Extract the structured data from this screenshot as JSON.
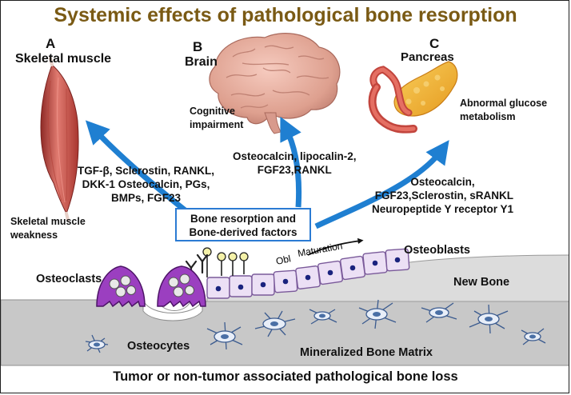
{
  "title": "Systemic effects of pathological bone resorption",
  "panels": {
    "a": {
      "letter": "A",
      "organ": "Skeletal muscle",
      "effect_line1": "Skeletal muscle",
      "effect_line2": "weakness"
    },
    "b": {
      "letter": "B",
      "organ": "Brain",
      "effect_line1": "Cognitive",
      "effect_line2": "impairment"
    },
    "c": {
      "letter": "C",
      "organ": "Pancreas",
      "effect_line1": "Abnormal glucose",
      "effect_line2": "metabolism"
    }
  },
  "factors": {
    "muscle": [
      "TGF-β, Sclerostin, RANKL,",
      "DKK-1 Osteocalcin, PGs,",
      "BMPs, FGF23"
    ],
    "brain": [
      "Osteocalcin, lipocalin-2,",
      "FGF23,RANKL"
    ],
    "pancreas": [
      "Osteocalcin,",
      "FGF23,Sclerostin, sRANKL",
      "Neuropeptide Y receptor Y1"
    ]
  },
  "center_box": {
    "line1": "Bone resorption and",
    "line2": "Bone-derived factors"
  },
  "bone": {
    "osteoclasts": "Osteoclasts",
    "osteoblasts": "Osteoblasts",
    "obl": "Obl",
    "maturation": "Maturation",
    "new_bone": "New Bone",
    "osteocytes": "Osteocytes",
    "matrix": "Mineralized Bone Matrix"
  },
  "footer": "Tumor or non-tumor associated pathological bone loss",
  "colors": {
    "title": "#7a5a14",
    "arrow": "#1f7fd1",
    "box_border": "#2b7bd3",
    "osteoclast": "#9b3fc0",
    "osteoblast_fill": "#ece0f5",
    "bone_matrix": "#c8c8c8",
    "new_bone": "#d9d9d9",
    "osteocyte": "#4a6fa5",
    "muscle": "#c8554c",
    "pancreas": "#f2b033"
  }
}
